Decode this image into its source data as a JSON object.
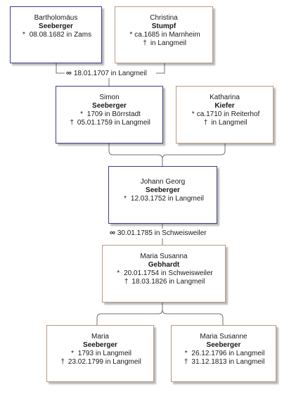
{
  "colors": {
    "male_border": "#3c3c8c",
    "female_border": "#b89a88",
    "connector": "#707070"
  },
  "symbols": {
    "birth": "*",
    "death": "†",
    "marriage": "∞"
  },
  "persons": {
    "bartholomaeus": {
      "first": "Bartholomäus",
      "last": "Seeberger",
      "birth": "08.08.1682 in Zams"
    },
    "christina": {
      "first": "Christina",
      "last": "Stumpf",
      "birth": "ca.1685 in Marnheim",
      "death": "in Langmeil"
    },
    "simon": {
      "first": "Simon",
      "last": "Seeberger",
      "birth": "1709 in Börrstadt",
      "death": "05.01.1759 in Langmeil"
    },
    "katharina": {
      "first": "Katharina",
      "last": "Kiefer",
      "birth": "ca.1710 in Reiterhof",
      "death": "in Langmeil"
    },
    "johann_georg": {
      "first": "Johann Georg",
      "last": "Seeberger",
      "birth": "12.03.1752 in Langmeil"
    },
    "maria_susanna": {
      "first": "Maria Susanna",
      "last": "Gebhardt",
      "birth": "20.01.1754 in Schweisweiler",
      "death": "18.03.1826 in Langmeil"
    },
    "maria": {
      "first": "Maria",
      "last": "Seeberger",
      "birth": "1793 in Langmeil",
      "death": "23.02.1799 in Langmeil"
    },
    "maria_susanne": {
      "first": "Maria Susanne",
      "last": "Seeberger",
      "birth": "26.12.1796 in Langmeil",
      "death": "31.12.1813 in Langmeil"
    }
  },
  "marriages": {
    "m1": "18.01.1707 in Langmeil",
    "m2": "30.01.1785 in Schweisweiler"
  }
}
